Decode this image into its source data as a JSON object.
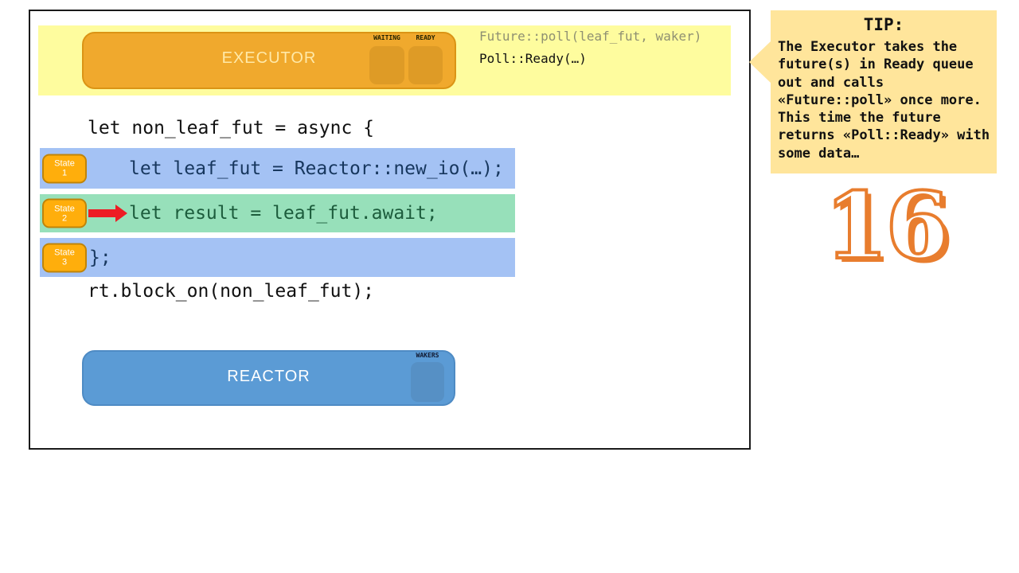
{
  "colors": {
    "banner_yellow": "#fefc9e",
    "executor_orange": "#f0a92d",
    "executor_slot_orange": "#de9b26",
    "state_badge_orange": "#ffae0c",
    "highlight_blue": "#a4c2f4",
    "highlight_green": "#97e0ba",
    "code_blue_text": "#17375e",
    "code_green_text": "#1c5c3c",
    "reactor_blue": "#5b9bd5",
    "arrow_red": "#ed1c24",
    "tip_gold": "#ffe59b",
    "page_number_orange": "#e87d2e"
  },
  "banner": {
    "executor_label": "EXECUTOR",
    "waiting_label": "WAITING",
    "ready_label": "READY",
    "poll_call": "Future::poll(leaf_fut, waker)",
    "poll_result": "Poll::Ready(…)"
  },
  "code": {
    "line_async_open": "let non_leaf_fut = async {",
    "rows": [
      {
        "state_label": "State",
        "state_num": "1",
        "code": "let leaf_fut = Reactor::new_io(…);"
      },
      {
        "state_label": "State",
        "state_num": "2",
        "code": "let result = leaf_fut.await;"
      },
      {
        "state_label": "State",
        "state_num": "3",
        "code": "};"
      }
    ],
    "line_block_on": "rt.block_on(non_leaf_fut);"
  },
  "reactor": {
    "label": "REACTOR",
    "wakers_label": "WAKERS"
  },
  "tip": {
    "title": "TIP:",
    "body": "The Executor takes the\nfuture(s) in Ready queue\nout and calls\n«Future::poll» once more.\nThis time the future\nreturns «Poll::Ready» with\nsome data…"
  },
  "page_number": "16"
}
